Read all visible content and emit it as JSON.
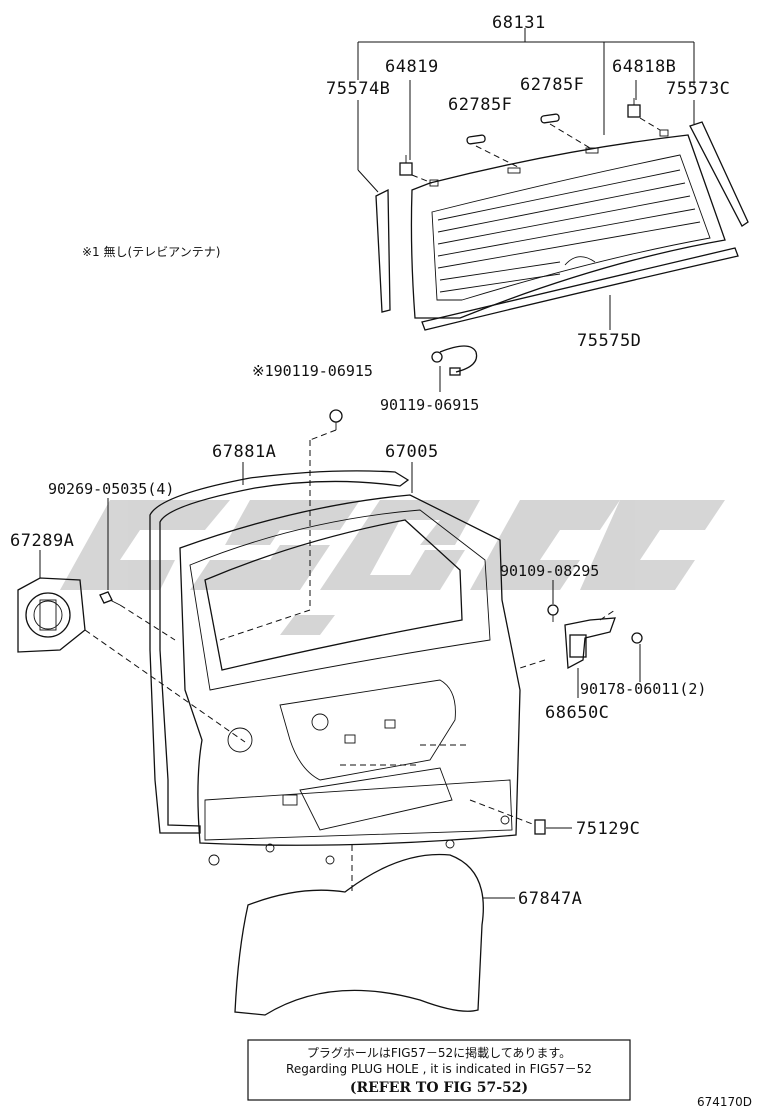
{
  "labels": {
    "p68131": "68131",
    "p64819": "64819",
    "p64818B": "64818B",
    "p75574B": "75574B",
    "p75573C": "75573C",
    "p62785F_a": "62785F",
    "p62785F_b": "62785F",
    "p75575D": "75575D",
    "p90119_a": "※190119-06915",
    "p90119_b": "90119-06915",
    "p67881A": "67881A",
    "p67005": "67005",
    "p90269": "90269-05035(4)",
    "p67289A": "67289A",
    "p90109": "90109-08295",
    "p90178": "90178-06011(2)",
    "p68650C": "68650C",
    "p75129C": "75129C",
    "p67847A": "67847A"
  },
  "note_antenna": "※1 無し(テレビアンテナ)",
  "notice": {
    "line_jp": "プラグホールはFIG57－52に掲載してあります。",
    "line_en": "Regarding PLUG HOLE , it is indicated in FIG57－52",
    "line_ref": "(REFER TO FIG 57-52)"
  },
  "figure_id": "674170D",
  "colors": {
    "ink": "#111111",
    "watermark": "#c8c8c8"
  }
}
